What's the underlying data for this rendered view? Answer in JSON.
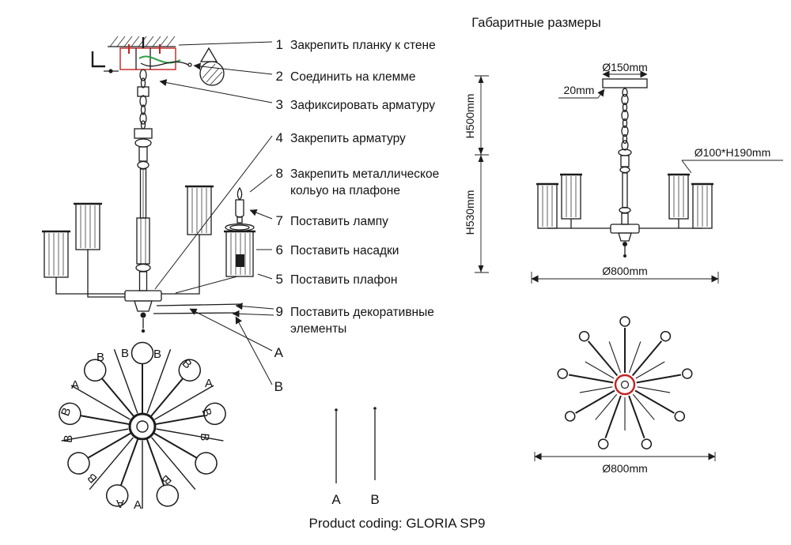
{
  "title": "Габаритные размеры",
  "product_coding": "Product coding: GLORIA SP9",
  "callouts": [
    {
      "num": "1",
      "line1": "Закрепить планку к стене",
      "line2": ""
    },
    {
      "num": "2",
      "line1": "Соединить на клемме",
      "line2": ""
    },
    {
      "num": "3",
      "line1": "Зафиксировать арматуру",
      "line2": ""
    },
    {
      "num": "4",
      "line1": "Закрепить арматуру",
      "line2": ""
    },
    {
      "num": "8",
      "line1": "Закрепить металлическое",
      "line2": "кольуо на плафоне"
    },
    {
      "num": "7",
      "line1": "Поставить лампу",
      "line2": ""
    },
    {
      "num": "6",
      "line1": "Поставить насадки",
      "line2": ""
    },
    {
      "num": "5",
      "line1": "Поставить плафон",
      "line2": ""
    },
    {
      "num": "9",
      "line1": "Поставить декоративные",
      "line2": "элементы"
    },
    {
      "num": "A",
      "line1": "",
      "line2": ""
    },
    {
      "num": "B",
      "line1": "",
      "line2": ""
    }
  ],
  "dimensions": {
    "canopy_diameter": "Ø150mm",
    "canopy_height": "20mm",
    "suspension_height": "H500mm",
    "body_height": "H530mm",
    "shade_size": "Ø100*H190mm",
    "side_view_width": "Ø800mm",
    "top_view_width": "Ø800mm"
  },
  "letters": {
    "A": "A",
    "B": "B"
  },
  "colors": {
    "line": "#1c1c1c",
    "accent_red": "#c32222",
    "accent_green": "#2fa04a"
  }
}
